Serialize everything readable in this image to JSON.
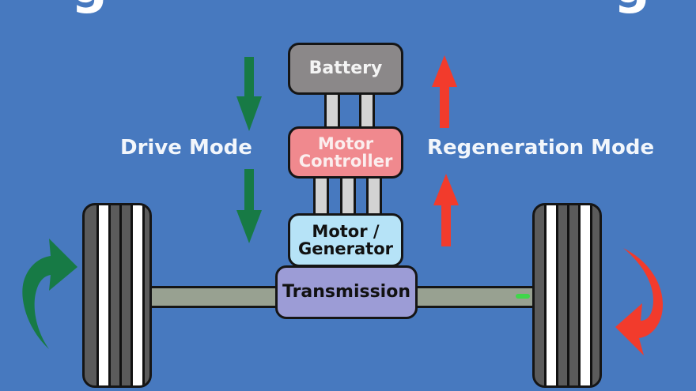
{
  "diagram": {
    "components": {
      "battery": "Battery",
      "motor_controller_line1": "Motor",
      "motor_controller_line2": "Controller",
      "motor_generator_line1": "Motor /",
      "motor_generator_line2": "Generator",
      "transmission": "Transmission"
    },
    "modes": {
      "drive": "Drive Mode",
      "regeneration": "Regeneration Mode"
    },
    "colors": {
      "background": "#4779bf",
      "drive_arrow": "#177a45",
      "regen_arrow": "#f23b2c",
      "battery": "#8b8889",
      "motor_controller": "#f0898e",
      "motor_generator": "#b6e3f7",
      "transmission": "#9c9cd6",
      "tire": "#5b5b5b"
    },
    "title_fragment": "g"
  }
}
